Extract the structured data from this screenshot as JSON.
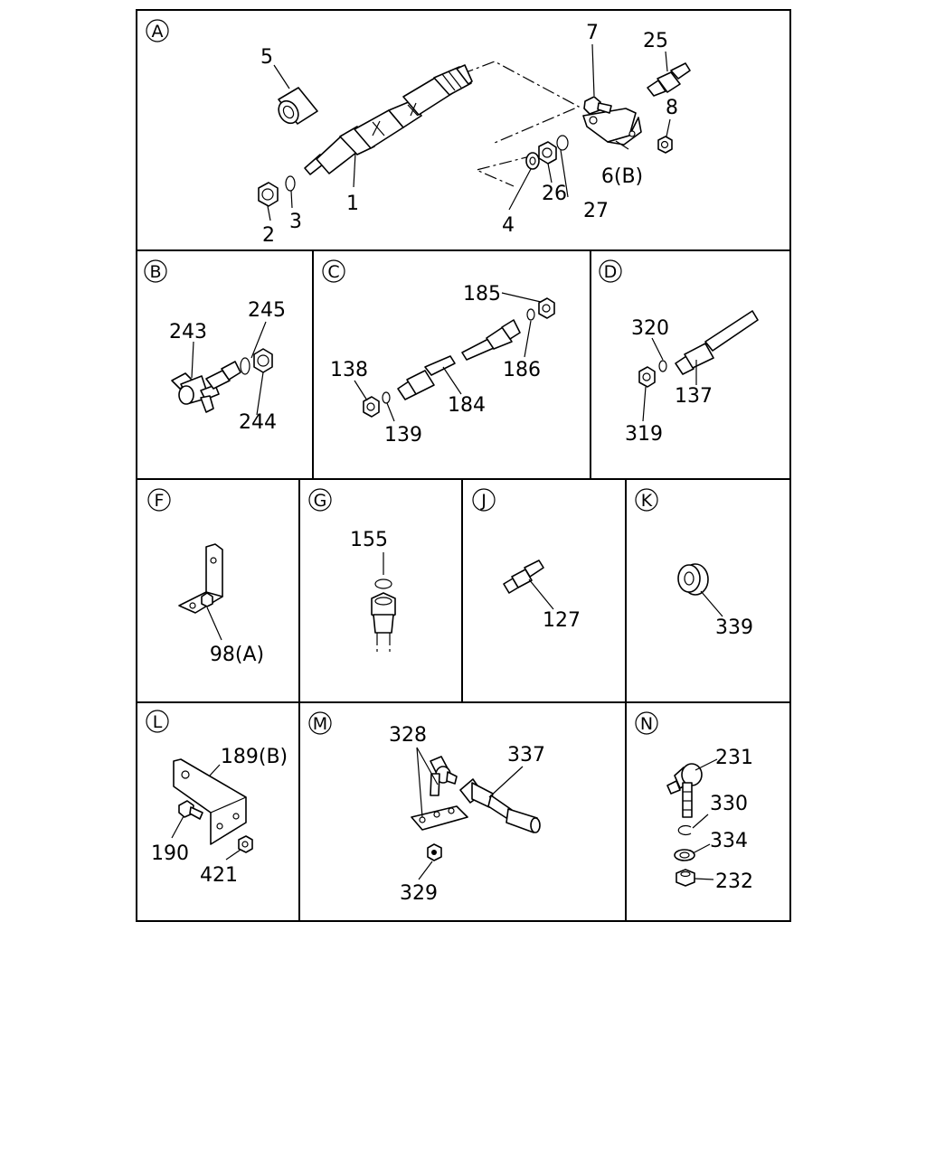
{
  "sections": [
    {
      "id": "A",
      "letter": "A",
      "labels": [
        "5",
        "7",
        "25",
        "8",
        "6(B)",
        "27",
        "26",
        "4",
        "1",
        "3",
        "2"
      ]
    },
    {
      "id": "B",
      "letter": "B",
      "labels": [
        "245",
        "243",
        "244"
      ]
    },
    {
      "id": "C",
      "letter": "C",
      "labels": [
        "185",
        "186",
        "138",
        "184",
        "139"
      ]
    },
    {
      "id": "D",
      "letter": "D",
      "labels": [
        "320",
        "137",
        "319"
      ]
    },
    {
      "id": "F",
      "letter": "F",
      "labels": [
        "98(A)"
      ]
    },
    {
      "id": "G",
      "letter": "G",
      "labels": [
        "155"
      ]
    },
    {
      "id": "J",
      "letter": "J",
      "labels": [
        "127"
      ]
    },
    {
      "id": "K",
      "letter": "K",
      "labels": [
        "339"
      ]
    },
    {
      "id": "L",
      "letter": "L",
      "labels": [
        "189(B)",
        "190",
        "421"
      ]
    },
    {
      "id": "M",
      "letter": "M",
      "labels": [
        "328",
        "337",
        "329"
      ]
    },
    {
      "id": "N",
      "letter": "N",
      "labels": [
        "231",
        "330",
        "334",
        "232"
      ]
    }
  ]
}
